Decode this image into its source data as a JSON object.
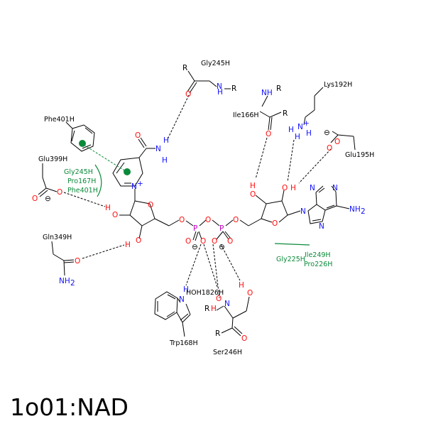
{
  "title": "1o01:NAD",
  "residues": {
    "gly245": "Gly245H",
    "lys192": "Lys192H",
    "ile166": "Ile166H",
    "phe401": "Phe401H",
    "glu399": "Glu399H",
    "glu195": "Glu195H",
    "gln349": "Gln349H",
    "trp168": "Trp168H",
    "ser246": "Ser246H",
    "hoh": "HOH1826H",
    "hydrophobic_left": [
      "Gly245H",
      "Pro167H",
      "Phe401H"
    ],
    "hydrophobic_right": [
      "Ile249H",
      "Gly225H",
      "Pro226H"
    ]
  },
  "atoms": {
    "R": "R",
    "N": "N",
    "O": "O",
    "H": "H",
    "P": "P",
    "NH": "NH",
    "NH2": "NH",
    "sub2": "2",
    "minus": "⊖",
    "plus": "+"
  },
  "colors": {
    "nitrogen": "#1010ff",
    "oxygen": "#ff0d0d",
    "phosphorus": "#c000c0",
    "hydrophobic": "#0b8a3a"
  }
}
